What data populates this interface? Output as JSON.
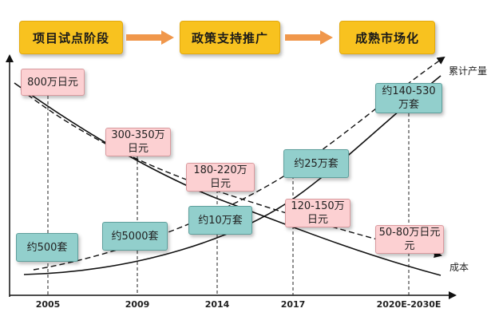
{
  "stages": [
    "项目试点阶段",
    "政策支持推广",
    "成熟市场化"
  ],
  "years": [
    "2005",
    "2009",
    "2014",
    "2017",
    "2020E-2030E"
  ],
  "cost_boxes": [
    "800万日元",
    "300-350万\n日元",
    "180-220万\n日元",
    "120-150万\n日元",
    "50-80万日元\n元"
  ],
  "volume_boxes": [
    "约500套",
    "约5000套",
    "约10万套",
    "约25万套",
    "约140-530\n万套"
  ],
  "series": {
    "volume": "累计产量",
    "cost": "成本"
  },
  "colors": {
    "stage": "#f8c21f",
    "arrow": "#f0974b",
    "cost_box": "#fcd0d2",
    "volume_box": "#92cfcc"
  }
}
